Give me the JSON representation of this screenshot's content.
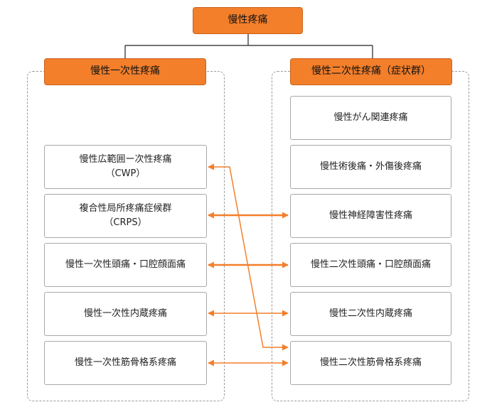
{
  "root": {
    "label": "慢性疼痛"
  },
  "primary": {
    "title": "慢性一次性疼痛",
    "items": [
      {
        "line1": "慢性広範囲ー次性疼痛",
        "line2": "（CWP）"
      },
      {
        "line1": "複合性局所疼痛症候群",
        "line2": "（CRPS）"
      },
      {
        "line1": "慢性一次性頭痛・口腔顔面痛",
        "line2": ""
      },
      {
        "line1": "慢性一次性内蔵疼痛",
        "line2": ""
      },
      {
        "line1": "慢性一次性筋骨格系疼痛",
        "line2": ""
      }
    ]
  },
  "secondary": {
    "title": "慢性二次性疼痛（症状群）",
    "items": [
      {
        "label": "慢性がん関連疼痛"
      },
      {
        "label": "慢性術後痛・外傷後疼痛"
      },
      {
        "label": "慢性神経障害性疼痛"
      },
      {
        "label": "慢性二次性頭痛・口腔顔面痛"
      },
      {
        "label": "慢性二次性内蔵疼痛"
      },
      {
        "label": "慢性二次性筋骨格系疼痛"
      }
    ]
  },
  "colors": {
    "accent": "#f37f2b",
    "connector": "#222222",
    "border": "#a8a8a8"
  }
}
